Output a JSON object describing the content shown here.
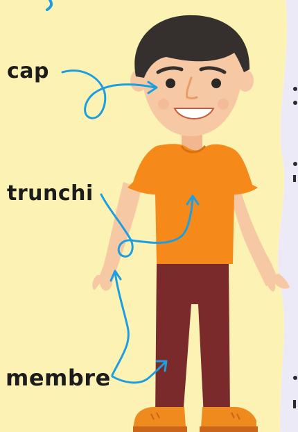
{
  "labels": {
    "head": "cap",
    "trunk": "trunchi",
    "limbs": "membre"
  },
  "colors": {
    "panel_background": "#fcf2b4",
    "right_panel_background": "#eceaf7",
    "arrow": "#1d9ee0",
    "hair": "#35302e",
    "skin": "#f6c9a4",
    "shirt": "#f5891a",
    "pants": "#7a2a2b",
    "shoes": "#ef8a1f",
    "label_text": "#1c1c1c"
  },
  "icons": [
    "boy-figure-illustration",
    "curved-arrow-icon"
  ]
}
